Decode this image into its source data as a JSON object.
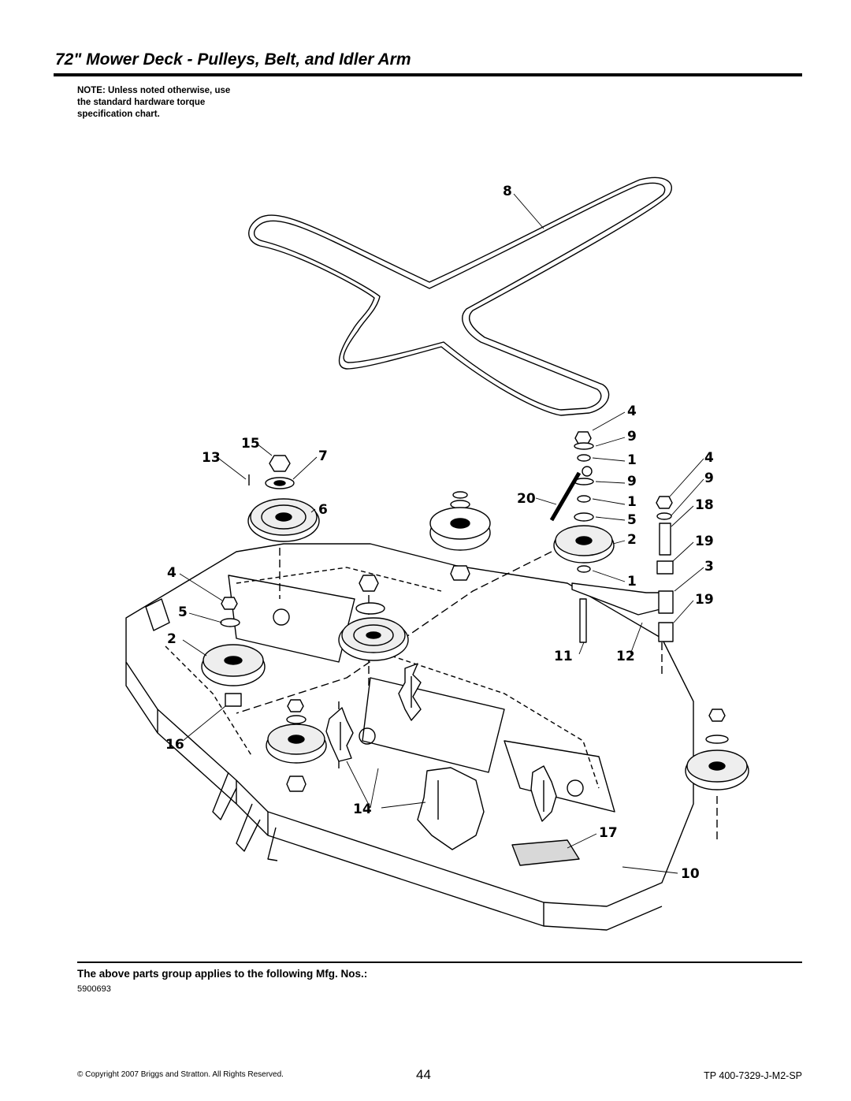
{
  "header": {
    "title": "72\" Mower Deck - Pulleys, Belt, and Idler Arm",
    "note": "NOTE: Unless noted otherwise, use\nthe standard hardware torque\nspecification chart."
  },
  "diagram": {
    "callouts": [
      {
        "id": "c8",
        "label": "8"
      },
      {
        "id": "c4a",
        "label": "4"
      },
      {
        "id": "c9a",
        "label": "9"
      },
      {
        "id": "c1a",
        "label": "1"
      },
      {
        "id": "c9b",
        "label": "9"
      },
      {
        "id": "c1b",
        "label": "1"
      },
      {
        "id": "c5a",
        "label": "5"
      },
      {
        "id": "c2a",
        "label": "2"
      },
      {
        "id": "c1c",
        "label": "1"
      },
      {
        "id": "c20",
        "label": "20"
      },
      {
        "id": "c4b",
        "label": "4"
      },
      {
        "id": "c9c",
        "label": "9"
      },
      {
        "id": "c18",
        "label": "18"
      },
      {
        "id": "c19a",
        "label": "19"
      },
      {
        "id": "c3",
        "label": "3"
      },
      {
        "id": "c19b",
        "label": "19"
      },
      {
        "id": "c11",
        "label": "11"
      },
      {
        "id": "c12",
        "label": "12"
      },
      {
        "id": "c15",
        "label": "15"
      },
      {
        "id": "c13",
        "label": "13"
      },
      {
        "id": "c7",
        "label": "7"
      },
      {
        "id": "c6",
        "label": "6"
      },
      {
        "id": "c4c",
        "label": "4"
      },
      {
        "id": "c5b",
        "label": "5"
      },
      {
        "id": "c2b",
        "label": "2"
      },
      {
        "id": "c16",
        "label": "16"
      },
      {
        "id": "c14",
        "label": "14"
      },
      {
        "id": "c17",
        "label": "17"
      },
      {
        "id": "c10",
        "label": "10"
      }
    ]
  },
  "footer": {
    "applies_text": "The above parts group applies to the following Mfg. Nos.:",
    "mfg_no": "5900693",
    "copyright": "© Copyright 2007 Briggs and Stratton. All Rights Reserved.",
    "page_number": "44",
    "doc_number": "TP 400-7329-J-M2-SP"
  }
}
